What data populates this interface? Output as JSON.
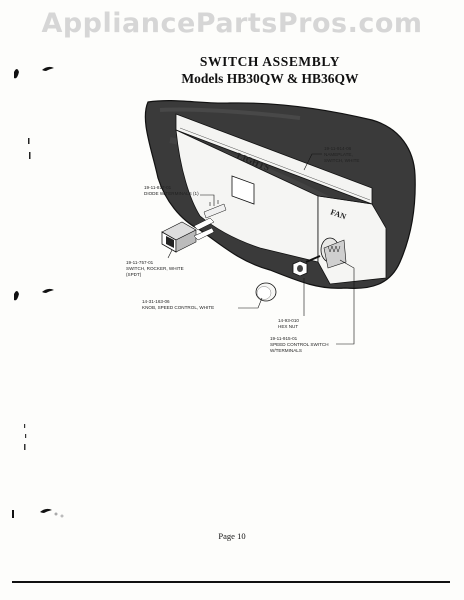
{
  "watermark": "AppliancePartsPros.com",
  "title": {
    "line1": "SWITCH ASSEMBLY",
    "line2": "Models HB30QW & HB36QW"
  },
  "panel_labels": {
    "lights": "LIGHTS",
    "fan": "FAN"
  },
  "callouts": {
    "nameplate": [
      "19-11-914-06",
      "NAMEPLATE,",
      "SWITCH, WHITE"
    ],
    "diode": [
      "19-11-817-01",
      "DIODE W/TERMINALS (1)"
    ],
    "rocker": [
      "19-11-757-01",
      "SWITCH, ROCKER, WHITE",
      "(SPDT)"
    ],
    "knob": [
      "14-31-163-06",
      "KNOB, SPEED CONTROL, WHITE"
    ],
    "hex_nut": [
      "14-93-010",
      "HEX NUT"
    ],
    "speed_switch": [
      "19-11-915-01",
      "SPEED CONTROL SWITCH",
      "W/TERMINALS"
    ]
  },
  "page_label": "Page 10",
  "colors": {
    "panel_fill": "#3a3a3a",
    "ink": "#111111",
    "watermark": "#d6d6d6",
    "paper": "#fdfdfb"
  }
}
